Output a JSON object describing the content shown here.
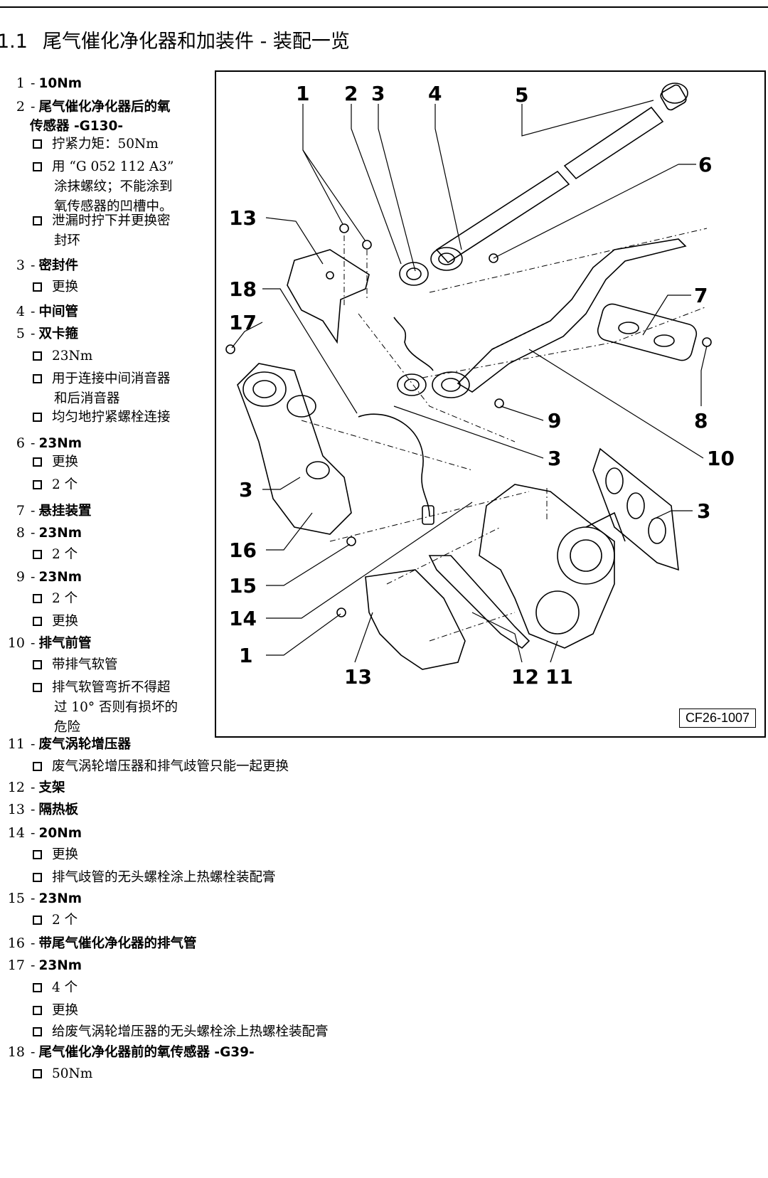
{
  "heading": {
    "number": "1.1",
    "title": "尾气催化净化器和加装件 - 装配一览"
  },
  "items": [
    {
      "no": "1",
      "title": "10Nm",
      "subs": []
    },
    {
      "no": "2",
      "title": "尾气催化净化器后的氧",
      "title_line2": "传感器 -G130-",
      "subs": [
        "拧紧力矩：50Nm",
        "用 “G 052 112 A3”|涂抹螺纹；不能涂到|氧传感器的凹槽中。",
        "泄漏时拧下并更换密|封环"
      ]
    },
    {
      "no": "3",
      "title": "密封件",
      "subs": [
        "更换"
      ]
    },
    {
      "no": "4",
      "title": "中间管",
      "subs": []
    },
    {
      "no": "5",
      "title": "双卡箍",
      "subs": [
        "23Nm",
        "用于连接中间消音器|和后消音器",
        "均匀地拧紧螺栓连接"
      ]
    },
    {
      "no": "6",
      "title": "23Nm",
      "subs": [
        "更换",
        "2 个"
      ]
    },
    {
      "no": "7",
      "title": "悬挂装置",
      "subs": []
    },
    {
      "no": "8",
      "title": "23Nm",
      "subs": [
        "2 个"
      ]
    },
    {
      "no": "9",
      "title": "23Nm",
      "subs": [
        "2 个",
        "更换"
      ]
    },
    {
      "no": "10",
      "title": "排气前管",
      "subs": [
        "带排气软管",
        "排气软管弯折不得超|过 10° 否则有损坏的|危险"
      ]
    },
    {
      "no": "11",
      "title": "废气涡轮增压器",
      "subs": [
        "废气涡轮增压器和排气歧管只能一起更换"
      ]
    },
    {
      "no": "12",
      "title": "支架",
      "subs": []
    },
    {
      "no": "13",
      "title": "隔热板",
      "subs": []
    },
    {
      "no": "14",
      "title": "20Nm",
      "subs": [
        "更换",
        "排气歧管的无头螺栓涂上热螺栓装配膏"
      ]
    },
    {
      "no": "15",
      "title": "23Nm",
      "subs": [
        "2 个"
      ]
    },
    {
      "no": "16",
      "title": "带尾气催化净化器的排气管",
      "subs": []
    },
    {
      "no": "17",
      "title": "23Nm",
      "subs": [
        "4 个",
        "更换",
        "给废气涡轮增压器的无头螺栓涂上热螺栓装配膏"
      ]
    },
    {
      "no": "18",
      "title": "尾气催化净化器前的氧传感器 -G39-",
      "subs": [
        "50Nm"
      ]
    }
  ],
  "diagram": {
    "ref_code": "CF26-1007",
    "labels": [
      "1",
      "2",
      "3",
      "4",
      "5",
      "6",
      "13",
      "18",
      "17",
      "7",
      "8",
      "9",
      "10",
      "3",
      "3",
      "3",
      "16",
      "15",
      "14",
      "1",
      "13",
      "12",
      "11"
    ]
  }
}
